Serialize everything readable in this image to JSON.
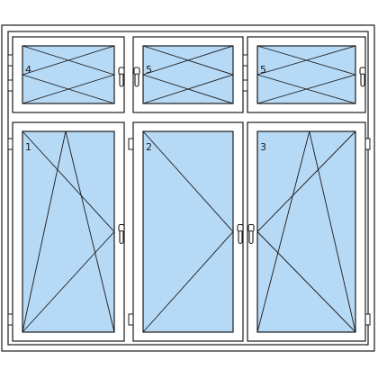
{
  "colors": {
    "glass": "#b6d9f6",
    "stroke": "#1a1a1a",
    "frame": "#ffffff"
  },
  "panes": [
    {
      "label": "4",
      "opening": "tilt-turn",
      "hinge_side": "left"
    },
    {
      "label": "5",
      "opening": "tilt-turn",
      "hinge_side": "right"
    },
    {
      "label": "5",
      "opening": "tilt-turn",
      "hinge_side": "left"
    },
    {
      "label": "1",
      "opening": "tilt-turn",
      "hinge_side": "left"
    },
    {
      "label": "2",
      "opening": "turn",
      "hinge_side": "left"
    },
    {
      "label": "3",
      "opening": "tilt-turn",
      "hinge_side": "right"
    }
  ]
}
